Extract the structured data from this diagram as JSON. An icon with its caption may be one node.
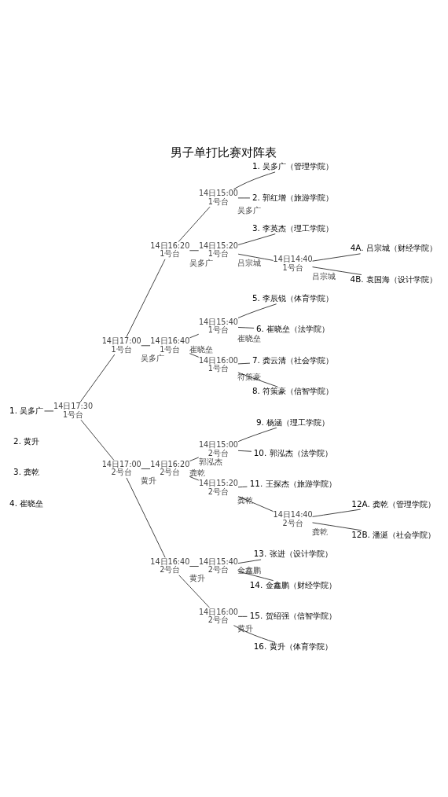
{
  "diagram": {
    "title": "男子单打比赛对阵表",
    "nodes": [
      {
        "text": [
          "14日17:30",
          "1号台"
        ]
      },
      {
        "text": [
          "1. 吴多广"
        ]
      },
      {
        "text": [
          "14日17:00",
          "1号台"
        ],
        "beside": [
          "吴多广"
        ]
      },
      {
        "text": [
          "14日16:20",
          "1号台"
        ],
        "beside": [
          "吴多广"
        ]
      },
      {
        "text": [
          "14日15:00",
          "1号台"
        ],
        "beside": [
          "吴多广"
        ]
      },
      {
        "text": [
          "1. 吴多广（管理学院）"
        ]
      },
      {
        "text": [
          "2. 郭红增（旅游学院）"
        ]
      },
      {
        "text": [
          "14日15:20",
          "1号台"
        ],
        "beside": [
          "吕宗城"
        ]
      },
      {
        "text": [
          "3. 李英杰（理工学院）"
        ]
      },
      {
        "text": [
          "14日14:40",
          "1号台"
        ],
        "beside": [
          "吕宗城"
        ]
      },
      {
        "text": [
          "4A. 吕宗城（财经学院）"
        ]
      },
      {
        "text": [
          "4B. 袁国海（设计学院）"
        ]
      },
      {
        "text": [
          "14日16:40",
          "1号台"
        ],
        "beside": [
          "崔晓垒"
        ]
      },
      {
        "text": [
          "14日15:40",
          "1号台"
        ],
        "beside": [
          "崔晓垒"
        ]
      },
      {
        "text": [
          "5. 李辰锐（体育学院）"
        ]
      },
      {
        "text": [
          "6. 崔晓垒（法学院）"
        ]
      },
      {
        "text": [
          "14日16:00",
          "1号台"
        ],
        "beside": [
          "符策豪"
        ]
      },
      {
        "text": [
          "7. 龚云清（社会学院）"
        ]
      },
      {
        "text": [
          "8. 符策豪（信智学院）"
        ]
      },
      {
        "text": [
          "14日17:00",
          "2号台"
        ],
        "beside": [
          "黄升"
        ]
      },
      {
        "text": [
          "14日16:20",
          "2号台"
        ],
        "beside": [
          "龚乾"
        ]
      },
      {
        "text": [
          "14日15:00",
          "2号台"
        ],
        "beside": [
          "郭泓杰"
        ]
      },
      {
        "text": [
          "9. 杨涵（理工学院）"
        ]
      },
      {
        "text": [
          "10. 郭泓杰（法学院）"
        ]
      },
      {
        "text": [
          "14日15:20",
          "2号台"
        ],
        "beside": [
          "龚乾"
        ]
      },
      {
        "text": [
          "11. 王探杰（旅游学院）"
        ]
      },
      {
        "text": [
          "14日14:40",
          "2号台"
        ],
        "beside": [
          "龚乾"
        ]
      },
      {
        "text": [
          "12A. 龚乾（管理学院）"
        ]
      },
      {
        "text": [
          "12B. 潘涎（社会学院）"
        ]
      },
      {
        "text": [
          "14日16:40",
          "2号台"
        ],
        "beside": [
          "黄升"
        ]
      },
      {
        "text": [
          "14日15:40",
          "2号台"
        ],
        "beside": [
          "金鑫鹏"
        ]
      },
      {
        "text": [
          "13. 张进（设计学院）"
        ]
      },
      {
        "text": [
          "14. 金鑫鹏（财经学院）"
        ]
      },
      {
        "text": [
          "14日16:00",
          "2号台"
        ],
        "beside": [
          "黄升"
        ]
      },
      {
        "text": [
          "15. 贺绍强（信智学院）"
        ]
      },
      {
        "text": [
          "16. 黄升（体育学院）"
        ]
      }
    ],
    "edges": [
      {
        "from": 5,
        "to": 4,
        "arrow": "none"
      },
      {
        "from": 6,
        "to": 4,
        "arrow": "none"
      },
      {
        "from": 4,
        "to": 3,
        "arrow": "none"
      },
      {
        "from": 8,
        "to": 7,
        "arrow": "none"
      },
      {
        "from": 10,
        "to": 9,
        "arrow": "none"
      },
      {
        "from": 11,
        "to": 9,
        "arrow": "none"
      },
      {
        "from": 9,
        "to": 7,
        "arrow": "none"
      },
      {
        "from": 7,
        "to": 3,
        "arrow": "none"
      },
      {
        "from": 3,
        "to": 2,
        "arrow": "none"
      },
      {
        "from": 14,
        "to": 13,
        "arrow": "none"
      },
      {
        "from": 15,
        "to": 13,
        "arrow": "none"
      },
      {
        "from": 13,
        "to": 12,
        "arrow": "none"
      },
      {
        "from": 17,
        "to": 16,
        "arrow": "none"
      },
      {
        "from": 18,
        "to": 16,
        "arrow": "none"
      },
      {
        "from": 16,
        "to": 12,
        "arrow": "none"
      },
      {
        "from": 12,
        "to": 2,
        "arrow": "none"
      },
      {
        "from": 2,
        "to": 0,
        "arrow": "none"
      },
      {
        "from": 0,
        "to": 1,
        "arrow": "none"
      },
      {
        "from": 22,
        "to": 21,
        "arrow": "none"
      },
      {
        "from": 23,
        "to": 21,
        "arrow": "none"
      },
      {
        "from": 21,
        "to": 20,
        "arrow": "none"
      },
      {
        "from": 25,
        "to": 24,
        "arrow": "none"
      },
      {
        "from": 27,
        "to": 26,
        "arrow": "none"
      },
      {
        "from": 28,
        "to": 26,
        "arrow": "none"
      },
      {
        "from": 26,
        "to": 24,
        "arrow": "none"
      },
      {
        "from": 24,
        "to": 20,
        "arrow": "none"
      },
      {
        "from": 20,
        "to": 19,
        "arrow": "none"
      },
      {
        "from": 31,
        "to": 30,
        "arrow": "none"
      },
      {
        "from": 32,
        "to": 30,
        "arrow": "none"
      },
      {
        "from": 30,
        "to": 29,
        "arrow": "none"
      },
      {
        "from": 34,
        "to": 33,
        "arrow": "none"
      },
      {
        "from": 35,
        "to": 33,
        "arrow": "none"
      },
      {
        "from": 33,
        "to": 29,
        "arrow": "none"
      },
      {
        "from": 29,
        "to": 19,
        "arrow": "none"
      },
      {
        "from": 19,
        "to": 0,
        "arrow": "none"
      }
    ],
    "labels": [
      "2. 黄升",
      "3. 龚乾",
      "4. 崔晓垒"
    ]
  }
}
